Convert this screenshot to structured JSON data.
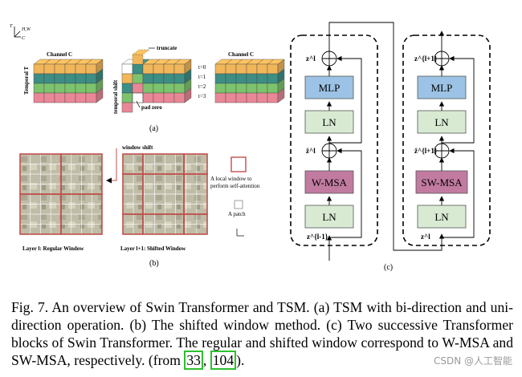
{
  "panel_a": {
    "axis_hw": "H,W",
    "axis_t": "T",
    "axis_c": "C",
    "temporal_label": "Temporal T",
    "channel_label_left": "Channel C",
    "channel_label_right": "Channel C",
    "truncate_label": "truncate",
    "temporal_shift_label": "temporal shift",
    "pad_zero_label": "pad zero",
    "frame_labels": [
      "t=0",
      "t=1",
      "t=2",
      "t=3"
    ],
    "sub_label": "(a)",
    "colors": {
      "orange": "#f1b65a",
      "teal": "#3d8e84",
      "green": "#7dc36d",
      "pink": "#e98796",
      "white": "#ffffff"
    }
  },
  "panel_b": {
    "window_shift_label": "window shift",
    "legend_local_window": "A local window to perform self-attention",
    "legend_patch": "A patch",
    "layer_l_label": "Layer l: Regular Window",
    "layer_l1_label": "Layer l+1: Shifted Window",
    "sub_label": "(b)",
    "window_color": "#c0504d"
  },
  "panel_c": {
    "block1": {
      "top_out": "z^l",
      "mid": "ẑ^l",
      "input": "z^{l-1}",
      "mlp": "MLP",
      "ln_top": "LN",
      "msa": "W-MSA",
      "ln_bottom": "LN"
    },
    "block2": {
      "top_out": "z^{l+1}",
      "mid": "ẑ^{l+1}",
      "input": "z^l",
      "mlp": "MLP",
      "ln_top": "LN",
      "msa": "SW-MSA",
      "ln_bottom": "LN"
    },
    "sub_label": "(c)",
    "colors": {
      "mlp": "#9cc3e5",
      "ln": "#d9ead3",
      "msa": "#c27ba0"
    }
  },
  "caption": {
    "part1": "Fig. 7.   An overview of Swin Transformer and TSM. (a) TSM with bi-direction and uni-direction operation. (b) The shifted window method. (c) Two successive Transformer blocks of Swin Transformer. The regular and shifted window correspond to W-MSA and SW-MSA, respectively. (from ",
    "ref1": "33",
    "ref2": "104",
    "part2": ")."
  },
  "watermark": "CSDN @人工智能"
}
